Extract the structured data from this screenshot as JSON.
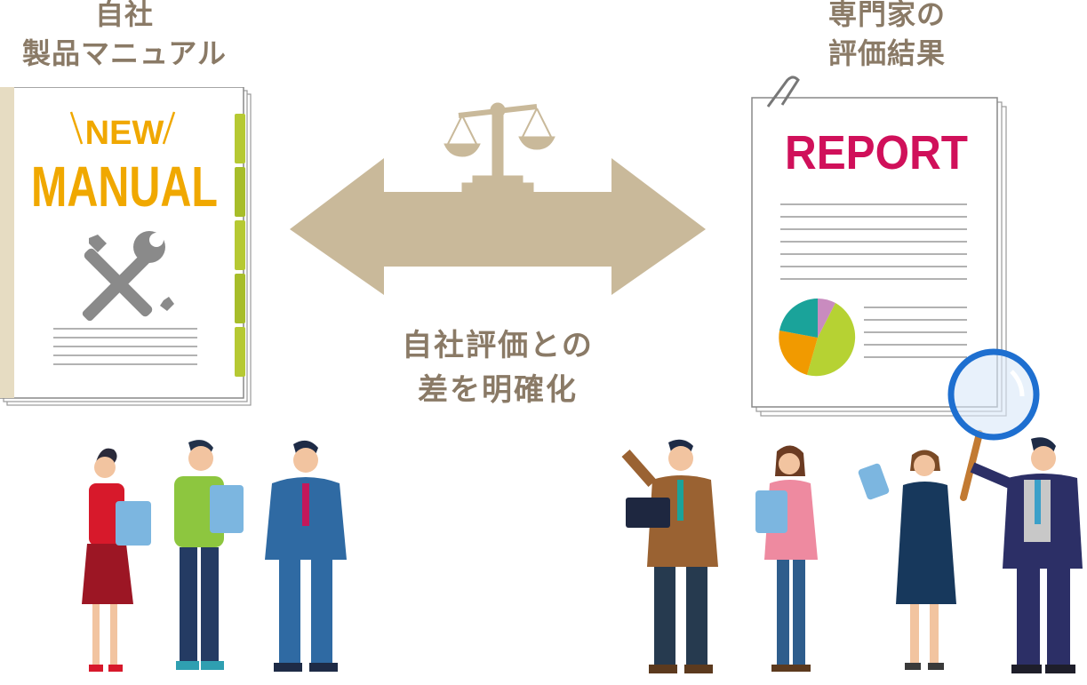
{
  "left": {
    "title_line1": "自社",
    "title_line2": "製品マニュアル",
    "manual_new": "NEW",
    "manual_title": "MANUAL"
  },
  "center": {
    "caption_line1": "自社評価との",
    "caption_line2": "差を明確化"
  },
  "right": {
    "title_line1": "専門家の",
    "title_line2": "評価結果",
    "report_title": "REPORT"
  },
  "colors": {
    "title_text": "#8a7a66",
    "arrow": "#c9b99a",
    "manual_accent": "#f0a800",
    "report_accent": "#d0105a",
    "tab_green": "#b6c933",
    "magnifier": "#1e6fd0"
  },
  "icons": [
    "scale-icon",
    "wrench-screwdriver-icon",
    "paperclip-icon",
    "magnifier-icon",
    "pie-chart-icon"
  ]
}
